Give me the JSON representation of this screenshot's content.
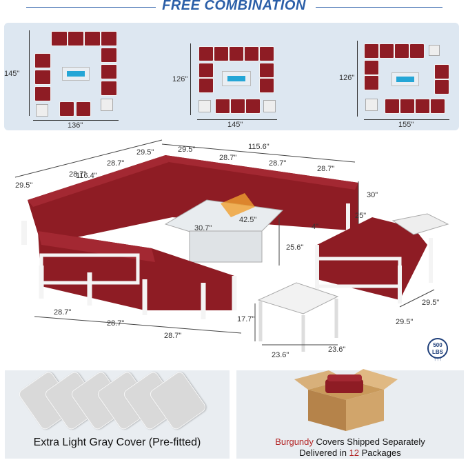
{
  "header": {
    "title": "FREE COMBINATION"
  },
  "layouts": [
    {
      "height_label": "145\"",
      "width_label": "136\""
    },
    {
      "height_label": "126\"",
      "width_label": "145\""
    },
    {
      "height_label": "126\"",
      "width_label": "155\""
    }
  ],
  "dimensions": {
    "d1": "116.4\"",
    "d2": "29.5\"",
    "d3": "29.5\"",
    "d4": "115.6\"",
    "d5": "28.7\"",
    "d6": "28.7\"",
    "d7": "28.7\"",
    "d8": "28.7\"",
    "d9": "28.7\"",
    "d10": "29.5\"",
    "d11": "30.7\"",
    "d12": "42.5\"",
    "d13": "30\"",
    "d14": "25\"",
    "d15": "4\"",
    "d16": "25.6\"",
    "d17": "28.7\"",
    "d18": "28.7\"",
    "d19": "28.7\"",
    "d20": "29.5\"",
    "d21": "29.5\"",
    "d22": "17.7\"",
    "d23": "23.6\"",
    "d24": "23.6\""
  },
  "badge": {
    "value": "500",
    "unit": "LBS"
  },
  "bottom_left": {
    "caption": "Extra Light Gray Cover (Pre-fitted)"
  },
  "bottom_right": {
    "line1_highlight": "Burgundy",
    "line1_rest": " Covers Shipped Separately",
    "line2_start": "Delivered in ",
    "line2_highlight": "12",
    "line2_end": " Packages"
  },
  "colors": {
    "accent": "#2b5fa8",
    "cushion": "#8e1c24",
    "highlight": "#b22222"
  }
}
